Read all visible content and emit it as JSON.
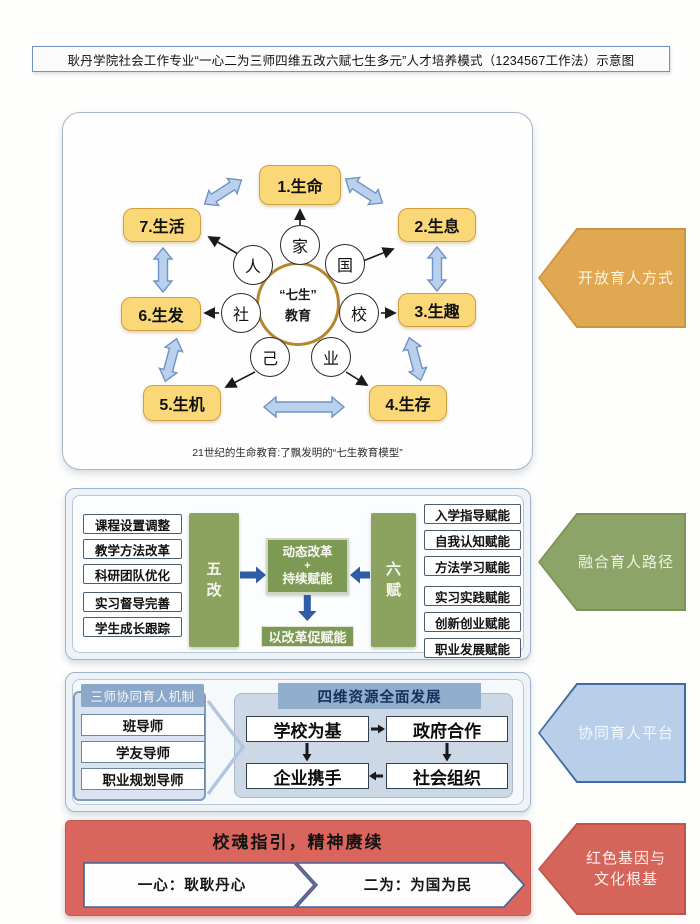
{
  "title": "耿丹学院社会工作专业“一心二为三师四维五改六赋七生多元”人才培养模式（1234567工作法）示意图",
  "life_model": {
    "nodes": [
      "1.生命",
      "2.生息",
      "3.生趣",
      "4.生存",
      "5.生机",
      "6.生发",
      "7.生活"
    ],
    "ring": [
      "家",
      "人",
      "国",
      "社",
      "校",
      "己",
      "业"
    ],
    "center_line1": "“七生”",
    "center_line2": "教育",
    "caption": "21世纪的生命教育:了飘发明的“七生教育模型”"
  },
  "reform": {
    "left_items": [
      "课程设置调整",
      "教学方法改革",
      "科研团队优化",
      "实习督导完善",
      "学生成长跟踪"
    ],
    "left_bar": "五改",
    "center_line1": "动态改革",
    "center_plus": "+",
    "center_line2": "持续赋能",
    "bottom_box": "以改革促赋能",
    "right_bar": "六赋",
    "right_items": [
      "入学指导赋能",
      "自我认知赋能",
      "方法学习赋能",
      "实习实践赋能",
      "创新创业赋能",
      "职业发展赋能"
    ]
  },
  "mentors": {
    "header": "三师协同育人机制",
    "items": [
      "班导师",
      "学友导师",
      "职业规划导师"
    ]
  },
  "resources": {
    "header": "四维资源全面发展",
    "boxes": [
      "学校为基",
      "政府合作",
      "企业携手",
      "社会组织"
    ]
  },
  "spirit": {
    "title": "校魂指引，精神赓续",
    "banner1": "一心：耿耿丹心",
    "banner2": "二为：为国为民"
  },
  "side_labels": [
    {
      "text": "开放育人方式",
      "fill": "#e0a851"
    },
    {
      "text": "融合育人路径",
      "fill": "#8ca468"
    },
    {
      "text": "协同育人平台",
      "fill": "#b9cfe9"
    },
    {
      "line1": "红色基因与",
      "line2": "文化根基",
      "fill": "#d5645a"
    }
  ],
  "colors": {
    "yellow_box": "#fbd877",
    "yellow_border": "#cfa03c",
    "gold_circle_border": "#b5862b",
    "blue_arrow_fill": "#bad0ed",
    "blue_arrow_border": "#6e93c6",
    "green_bar": "#8ba35e",
    "green_box": "#7d9a55",
    "dark_blue_arrow": "#2e5da6",
    "mentor_header_blue": "#8ca8c9",
    "resource_panel_blue": "#ccd8e6",
    "red_panel": "#d9655c",
    "title_border_blue": "#7091c8"
  }
}
